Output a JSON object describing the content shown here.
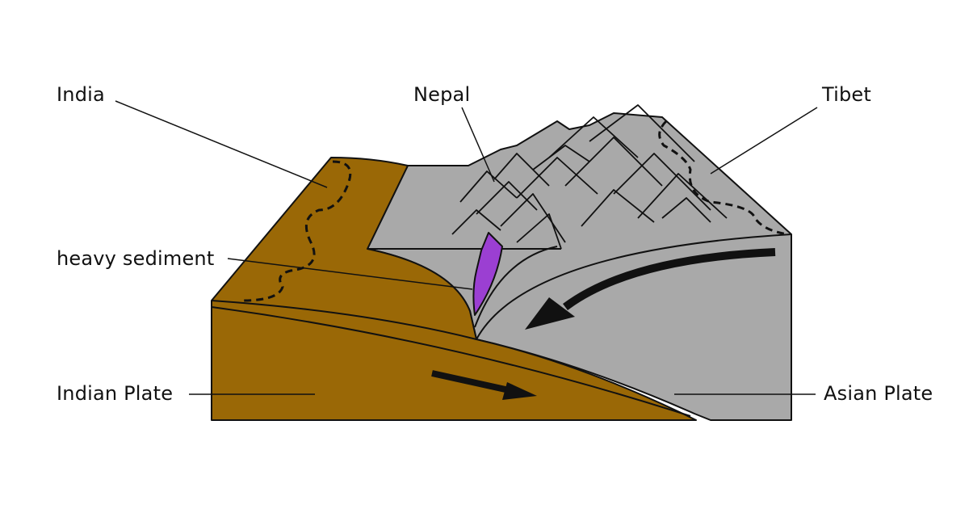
{
  "labels": {
    "india": "India",
    "nepal": "Nepal",
    "tibet": "Tibet",
    "heavy_sediment": "heavy sediment",
    "indian_plate": "Indian Plate",
    "asian_plate": "Asian Plate"
  },
  "colors": {
    "indian_plate": "#9a6806",
    "asian_plate": "#a9a9a9",
    "sediment": "#9b3fd2",
    "outline": "#111111"
  }
}
